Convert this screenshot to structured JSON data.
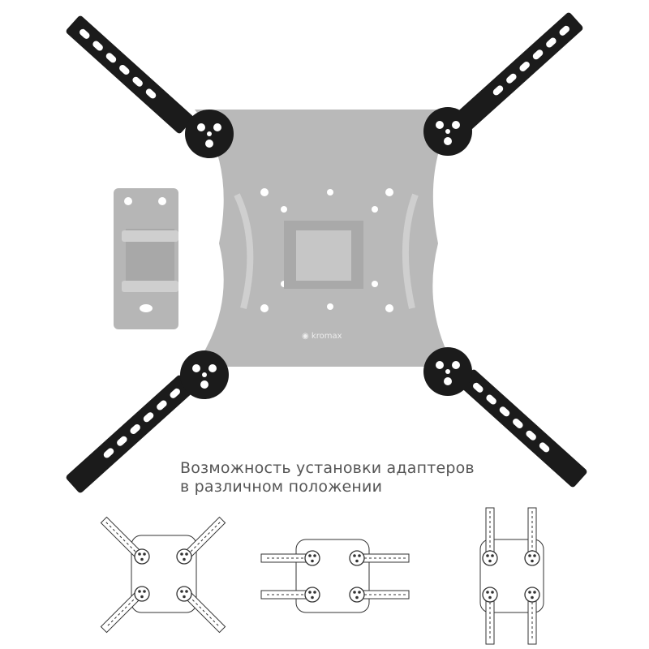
{
  "brand": {
    "logo_text": "kromax"
  },
  "caption": {
    "line1": "Возможность установки адаптеров",
    "line2": "в различном положении"
  },
  "colors": {
    "plate": "#b9b9b9",
    "arm": "#1b1b1b",
    "text": "#555555"
  },
  "diagrams": [
    "diagonal-adapters",
    "horizontal-adapters",
    "vertical-adapters"
  ]
}
